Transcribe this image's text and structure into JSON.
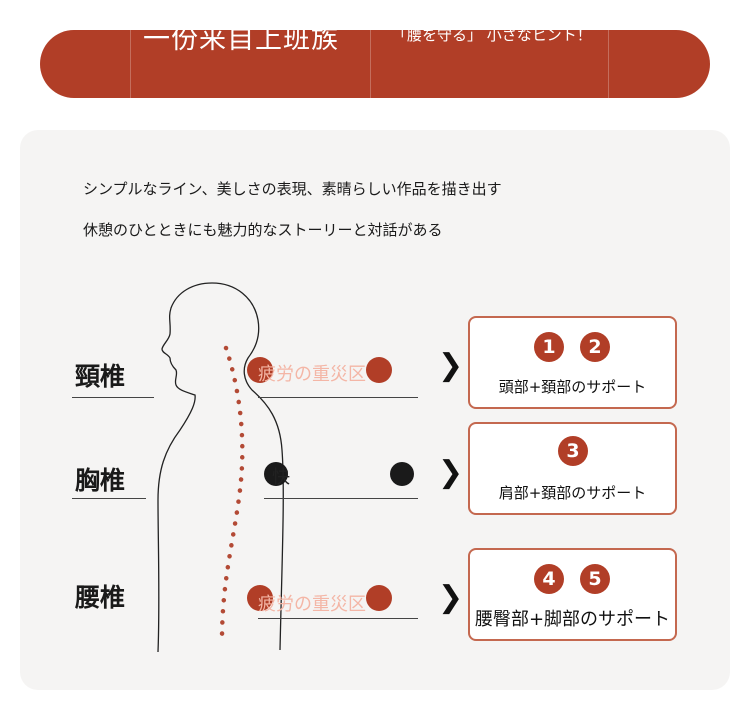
{
  "banner": {
    "title": "一份来自上班族",
    "subtitle": "「腰を守る」 小さなヒント！"
  },
  "intro": {
    "line1": "シンプルなライン、美しさの表現、素晴らしい作品を描き出す",
    "line2": "休憩のひとときにも魅力的なストーリーと対話がある"
  },
  "sections": [
    {
      "label": "頸椎",
      "highlight": "疲労の重災区",
      "numbers": [
        "1",
        "2"
      ],
      "support": "頭部+頚部のサポート"
    },
    {
      "label": "胸椎",
      "highlight": "快",
      "numbers": [
        "3"
      ],
      "support": "肩部+頚部のサポート"
    },
    {
      "label": "腰椎",
      "highlight": "疲労の重災区",
      "numbers": [
        "4",
        "5"
      ],
      "support": "腰臀部+脚部のサポート"
    }
  ],
  "chevron": "❯",
  "colors": {
    "accent": "#b13e27",
    "border": "#c4684f",
    "card": "#f5f4f3",
    "spine": "#b34a35"
  }
}
